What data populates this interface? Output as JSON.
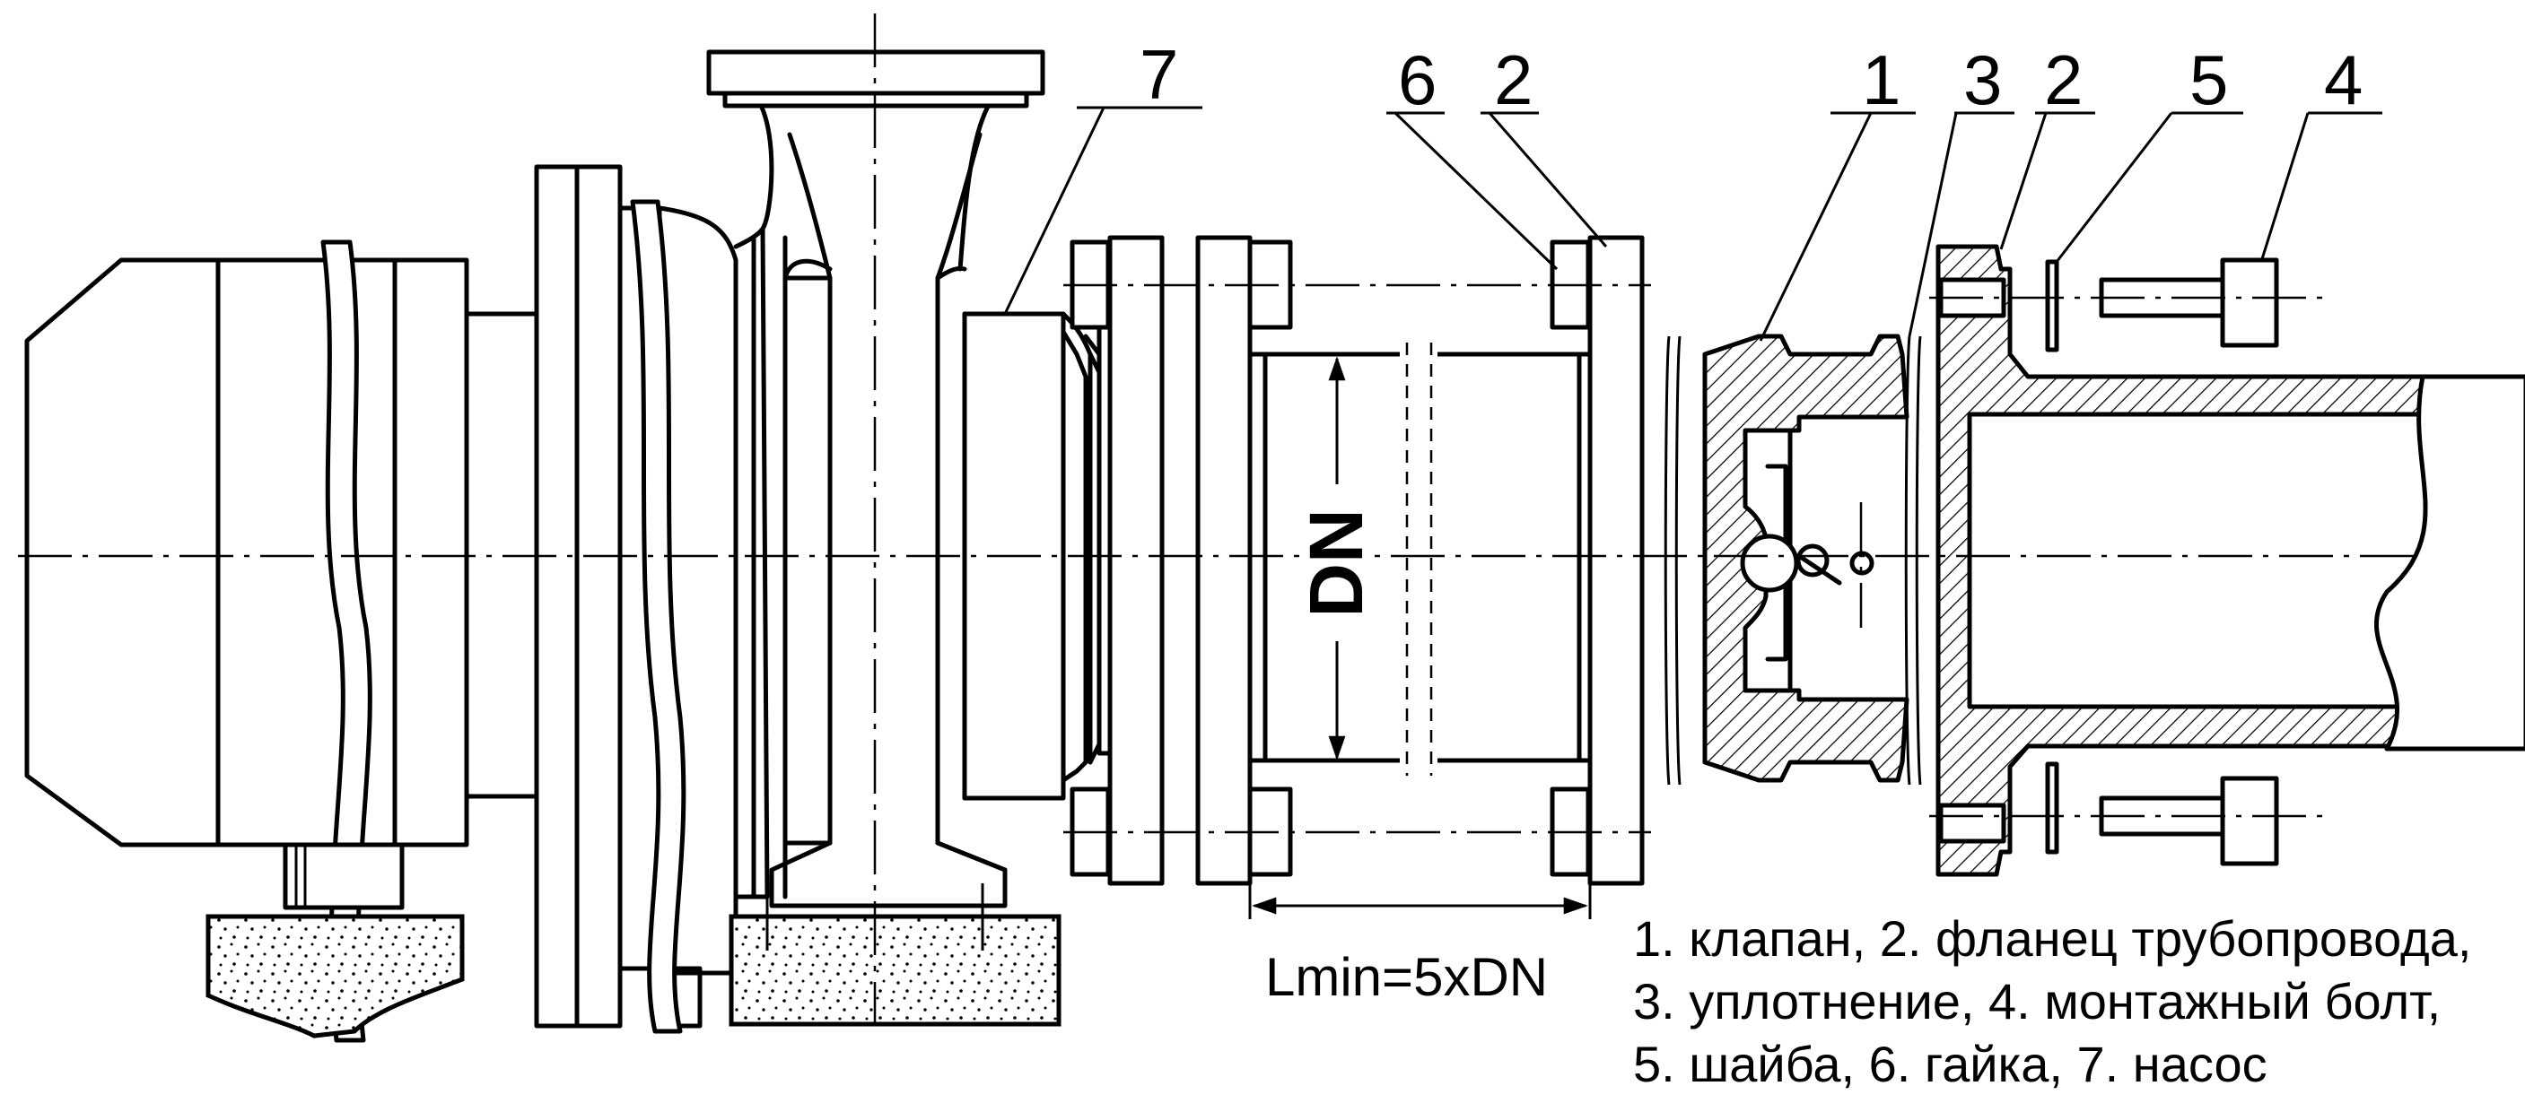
{
  "callouts": {
    "pump": "7",
    "nut": "6",
    "flange_left": "2",
    "valve": "1",
    "seal": "3",
    "flange_right": "2",
    "washer": "5",
    "bolt": "4"
  },
  "dimension": {
    "bore_label": "DN",
    "length_label": "Lmin=5xDN"
  },
  "legend": [
    "1. клапан, 2. фланец трубопровода,",
    "3. уплотнение, 4. монтажный болт,",
    "5. шайба, 6. гайка, 7. насос"
  ]
}
